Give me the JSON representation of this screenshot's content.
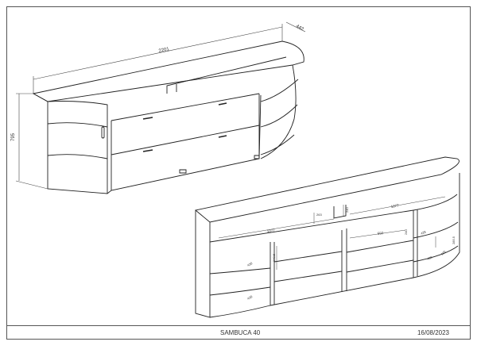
{
  "drawing": {
    "overall_width": "2201",
    "overall_depth": "442",
    "overall_height": "795",
    "inner": {
      "shelf_width_right": "1077",
      "shelf_width_left": "1077",
      "niche_width": "592",
      "side_depth_right_upper": "428",
      "side_depth_right_lower": "430",
      "side_height_right": "285.5",
      "left_shelf_height": "240.5",
      "top_gap": "263",
      "top_gap_2": "240",
      "small_dim_1": "430",
      "small_dim_2": "430",
      "mid_height": "240",
      "small_dim_3": "135"
    }
  },
  "footer": {
    "product_name": "SAMBUCA 40",
    "date": "16/08/2023"
  }
}
